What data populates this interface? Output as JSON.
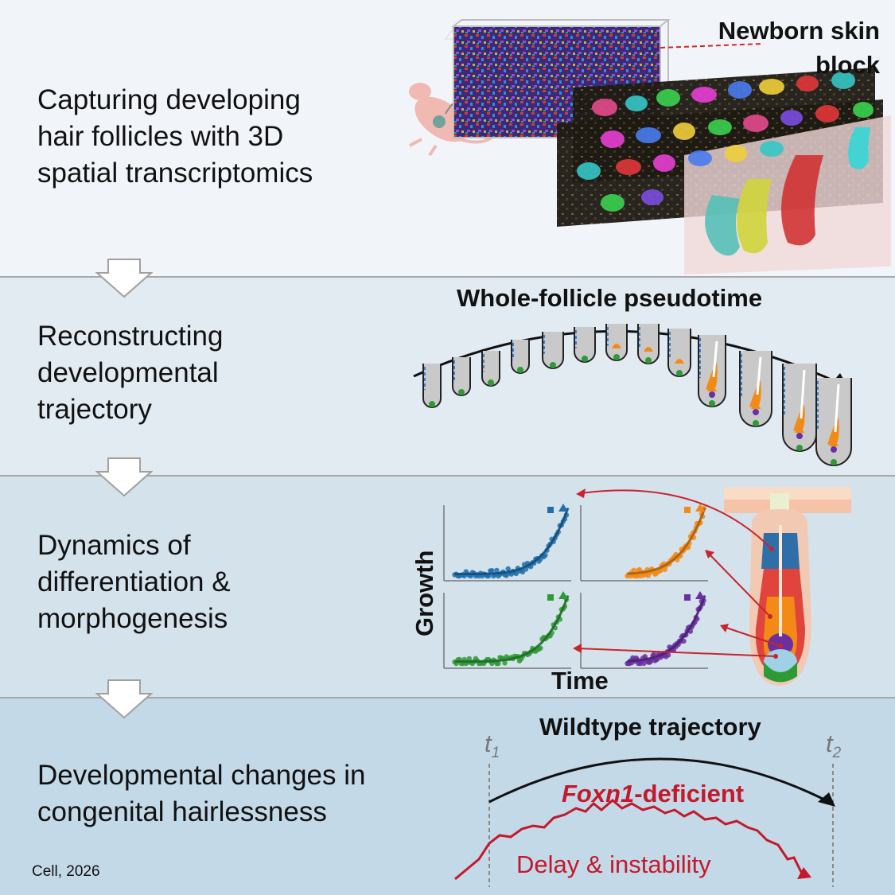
{
  "steps": [
    {
      "lines": [
        "Capturing developing",
        "hair follicles with 3D",
        "spatial transcriptomics"
      ]
    },
    {
      "lines": [
        "Reconstructing",
        "developmental",
        "trajectory"
      ]
    },
    {
      "lines": [
        "Dynamics of",
        "differentiation &",
        "morphogenesis"
      ]
    },
    {
      "lines": [
        "Developmental changes in",
        "congenital hairlessness"
      ]
    }
  ],
  "panel1": {
    "block_label": [
      "Newborn skin",
      "block"
    ]
  },
  "panel2": {
    "title": "Whole-follicle pseudotime"
  },
  "panel3": {
    "ylabel": "Growth",
    "xlabel": "Time"
  },
  "panel4": {
    "title": "Wildtype trajectory",
    "t1": "t",
    "t1_sub": "1",
    "t2": "t",
    "t2_sub": "2",
    "mutant_gene": "Foxn1",
    "mutant_suffix": "-deficient",
    "mutant_desc": "Delay & instability"
  },
  "citation": "Cell, 2026",
  "colors": {
    "blue": "#1f6fae",
    "orange": "#f28a16",
    "green": "#2e9a35",
    "purple": "#6b2fa0",
    "red": "#c8242e",
    "mutant": "#c21a2b"
  }
}
